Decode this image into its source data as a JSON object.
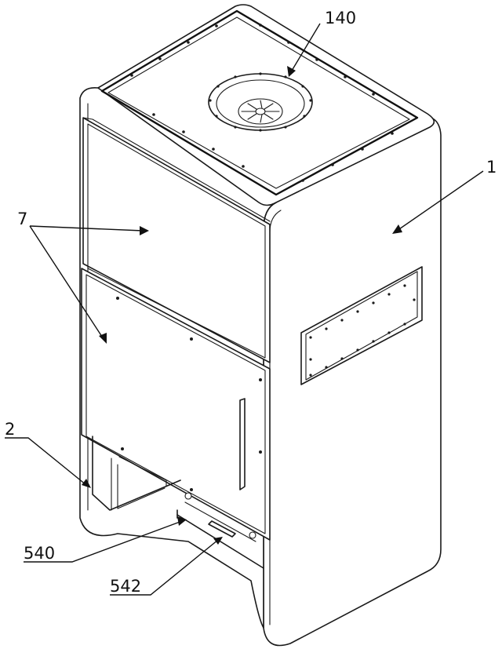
{
  "labels": {
    "top_fan": "140",
    "cabinet": "1",
    "panels": "7",
    "lower": "2",
    "drawer": "540",
    "handle": "542"
  }
}
